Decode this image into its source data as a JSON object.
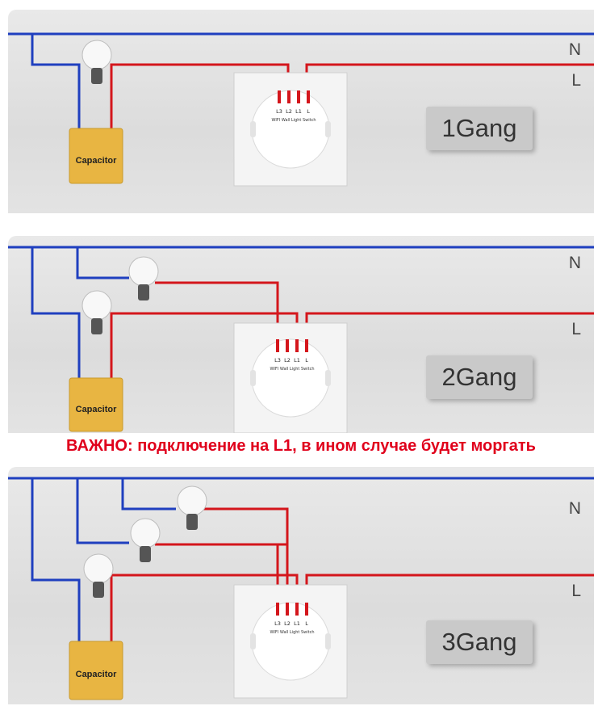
{
  "rails": {
    "neutral": "N",
    "live": "L"
  },
  "capacitor_label": "Capacitor",
  "switch_terminals": [
    "L3",
    "L2",
    "L1",
    "L"
  ],
  "switch_title": "WIFI Wall Light Switch",
  "panels": [
    {
      "gang_label": "1Gang"
    },
    {
      "gang_label": "2Gang"
    },
    {
      "gang_label": "3Gang"
    }
  ],
  "warning_text": "ВАЖНО: подключение на L1, в ином случае будет моргать",
  "colors": {
    "neutral_wire": "#1f3fbf",
    "live_wire": "#d4161c",
    "warning": "#e0001b",
    "capacitor": "#e8b542"
  }
}
